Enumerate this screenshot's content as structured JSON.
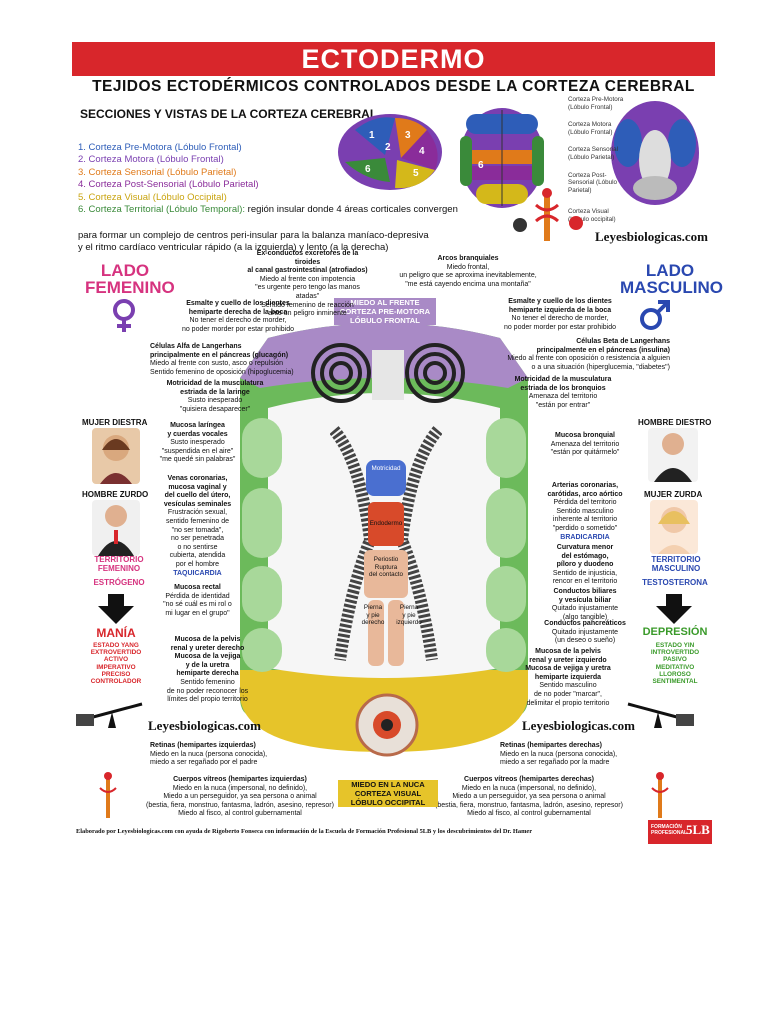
{
  "header": {
    "title": "ECTODERMO",
    "subtitle": "TEJIDOS ECTODÉRMICOS CONTROLADOS DESDE LA CORTEZA CEREBRAL"
  },
  "sections": {
    "title": "SECCIONES Y VISTAS DE LA CORTEZA CEREBRAL",
    "items": [
      {
        "text": "1. Corteza Pre-Motora (Lóbulo Frontal)",
        "color": "#2e5db8"
      },
      {
        "text": "2. Corteza Motora (Lóbulo Frontal)",
        "color": "#7a3fb0"
      },
      {
        "text": "3. Corteza Sensorial (Lóbulo Parietal)",
        "color": "#e07a1a"
      },
      {
        "text": "4. Corteza Post-Sensorial (Lóbulo Parietal)",
        "color": "#8a2c9a"
      },
      {
        "text": "5. Corteza Visual (Lóbulo Occipital)",
        "color": "#d4b81a"
      },
      {
        "text": "6. Corteza Territorial (Lóbulo Temporal):",
        "color": "#3a8a3a"
      }
    ],
    "desc_tail": " región insular donde 4 áreas corticales convergen",
    "desc_lines": [
      "para formar un complejo de centros peri-insular para la balanza maníaco-depresiva",
      "y el ritmo cardíaco ventricular rápido (a la izquierda) y lento (a la derecha)"
    ],
    "brain_numbers": [
      "1",
      "2",
      "3",
      "4",
      "5",
      "6",
      "6"
    ],
    "label_list": [
      "Corteza Pre-Motora (Lóbulo Frontal)",
      "Corteza Motora (Lóbulo Frontal)",
      "Corteza Sensorial (Lóbulo Parietal)",
      "Corteza Post-Sensorial (Lóbulo Parietal)",
      "Corteza Visual (Lóbulo occipital)"
    ],
    "brand": "Leyesbiologicas.com"
  },
  "left": {
    "title_line1": "LADO",
    "title_line2": "FEMENINO",
    "person1": "MUJER DIESTRA",
    "person2": "HOMBRE ZURDO",
    "territory": "TERRITORIO FEMENINO",
    "hormone": "ESTRÓGENO",
    "state": "MANÍA",
    "state_desc": [
      "ESTADO YANG",
      "EXTROVERTIDO",
      "ACTIVO",
      "IMPERATIVO",
      "PRECISO",
      "CONTROLADOR"
    ]
  },
  "right": {
    "title_line1": "LADO",
    "title_line2": "MASCULINO",
    "person1": "HOMBRE DIESTRO",
    "person2": "MUJER ZURDA",
    "territory": "TERRITORIO MASCULINO",
    "hormone": "TESTOSTERONA",
    "state": "DEPRESIÓN",
    "state_desc": [
      "ESTADO YIN",
      "INTROVERTIDO",
      "PASIVO",
      "MEDITATIVO",
      "LLOROSO",
      "SENTIMENTAL"
    ]
  },
  "top": {
    "excretores": [
      "Ex-conductos excretores de la tiroides",
      "al canal gastrointestinal (atrofiados)",
      "Miedo al frente con impotencia",
      "\"es urgente pero tengo las manos atadas\"",
      "Sentido femenino de reacción",
      "ante un peligro inminente"
    ],
    "arcos": [
      "Arcos branquiales",
      "Miedo frontal,",
      "un peligro que se aproxima inevitablemente,",
      "\"me está cayendo encima una montaña\""
    ],
    "frente_label": [
      "MIEDO AL FRENTE",
      "CORTEZA PRE-MOTORA",
      "LÓBULO FRONTAL"
    ]
  },
  "left_texts": {
    "esmalte": [
      "Esmalte y cuello de los dientes",
      "hemiparte derecha de la boca",
      "No tener el derecho de morder,",
      "no poder morder por estar prohibido"
    ],
    "alfa": [
      "Células Alfa de Langerhans",
      "principalmente en el páncreas (glucagón)",
      "Miedo al frente con susto, asco o repulsión",
      "Sentido femenino de oposición (hipoglucemia)"
    ],
    "motricidad": [
      "Motricidad de la musculatura",
      "estriada de la laringe",
      "Susto inesperado",
      "\"quisiera desaparecer\""
    ],
    "mucosa_laringea": [
      "Mucosa laríngea",
      "y cuerdas vocales",
      "Susto inesperado",
      "\"suspendida en el aire\"",
      "\"me quedé sin palabras\""
    ],
    "venas": [
      "Venas coronarias,",
      "mucosa vaginal y",
      "del cuello del útero,",
      "vesículas seminales",
      "Frustración sexual,",
      "sentido femenino de",
      "\"no ser tomada\",",
      "no ser penetrada",
      "o no sentirse",
      "cubierta, atendida",
      "por el hombre"
    ],
    "taquicardia": "TAQUICARDIA",
    "rectal": [
      "Mucosa rectal",
      "Pérdida de identidad",
      "\"no sé cuál es mi rol o",
      "mi lugar en el grupo\""
    ],
    "pelvis": [
      "Mucosa de la pelvis",
      "renal y ureter derecho",
      "Mucosa de la vejiga",
      "y de la uretra",
      "hemiparte derecha",
      "Sentido femenino",
      "de no poder reconocer los",
      "límites del propio territorio"
    ]
  },
  "right_texts": {
    "esmalte": [
      "Esmalte y cuello de los dientes",
      "hemiparte izquierda de la boca",
      "No tener el derecho de morder,",
      "no poder morder por estar prohibido"
    ],
    "beta": [
      "Células Beta de Langerhans",
      "principalmente en el páncreas (insulina)",
      "Miedo al frente con oposición o resistencia a alguien",
      "o a una situación (hiperglucemia, \"diabetes\")"
    ],
    "motricidad": [
      "Motricidad de la musculatura",
      "estriada de los bronquios",
      "Amenaza del territorio",
      "\"están por entrar\""
    ],
    "bronquial": [
      "Mucosa bronquial",
      "Amenaza del territorio",
      "\"están por quitármelo\""
    ],
    "arterias": [
      "Arterias coronarias,",
      "carótidas, arco aórtico",
      "Pérdida del territorio",
      "Sentido masculino",
      "inherente al territorio",
      "\"perdido o sometido\""
    ],
    "bradicardia": "BRADICARDIA",
    "curvatura": [
      "Curvatura menor",
      "del estómago,",
      "píloro y duodeno",
      "Sentido de injusticia,",
      "rencor en el territorio"
    ],
    "biliares": [
      "Conductos biliares",
      "y vesícula biliar",
      "Quitado injustamente",
      "(algo tangible)"
    ],
    "pancreaticos": [
      "Conductos pancreáticos",
      "Quitado injustamente",
      "(un deseo o sueño)"
    ],
    "pelvis": [
      "Mucosa de la pelvis",
      "renal y ureter izquierdo",
      "Mucosa de vejiga y uretra",
      "hemiparte izquierda",
      "Sentido masculino",
      "de no poder \"marcar\",",
      "delimitar el propio territorio"
    ]
  },
  "center": {
    "motricidad": "Motricidad",
    "endodermo": "Endodermo",
    "periostio": [
      "Periostio",
      "Ruptura",
      "del contacto"
    ],
    "pierna_izq": [
      "Pierna",
      "y pie",
      "derecho"
    ],
    "pierna_der": [
      "Pierna",
      "y pie",
      "izquierdo"
    ]
  },
  "bottom": {
    "brand_left": "Leyesbiologicas.com",
    "brand_right": "Leyesbiologicas.com",
    "retinas_left": [
      "Retinas (hemipartes izquierdas)",
      "Miedo en la nuca (persona conocida),",
      "miedo a ser regañado por el padre"
    ],
    "retinas_right": [
      "Retinas (hemipartes derechas)",
      "Miedo en la nuca (persona conocida),",
      "miedo a ser regañado por la madre"
    ],
    "vitreos_left": [
      "Cuerpos vítreos (hemipartes izquierdas)",
      "Miedo en la nuca (impersonal, no definido),",
      "Miedo a un perseguidor, ya sea persona o animal",
      "(bestia, fiera, monstruo, fantasma, ladrón, asesino, represor)",
      "Miedo al fisco, al control gubernamental"
    ],
    "vitreos_right": [
      "Cuerpos vítreos (hemipartes derechas)",
      "Miedo en la nuca (impersonal, no definido),",
      "Miedo a un perseguidor, ya sea persona o animal",
      "(bestia, fiera, monstruo, fantasma, ladrón, asesino, represor)",
      "Miedo al fisco, al control gubernamental"
    ],
    "nuca_label": [
      "MIEDO EN LA NUCA",
      "CORTEZA VISUAL",
      "LÓBULO OCCIPITAL"
    ]
  },
  "footer": {
    "text": "Elaborado por Leyesbiologicas.com con ayuda de Rigoberto Fonseca con información de la Escuela de Formación Profesional 5LB y los descubrimientos del Dr. Hamer",
    "logo_text": [
      "FORMACIÓN",
      "PROFESIONAL"
    ],
    "logo_mark": "5LB"
  },
  "colors": {
    "banner": "#d8262b",
    "female": "#d6337f",
    "male": "#2a48b0",
    "purple": "#a98ac6",
    "green": "#6cba5b",
    "yellow": "#e6c42a",
    "mania": "#d8262b",
    "depresion": "#3a9a2a"
  }
}
